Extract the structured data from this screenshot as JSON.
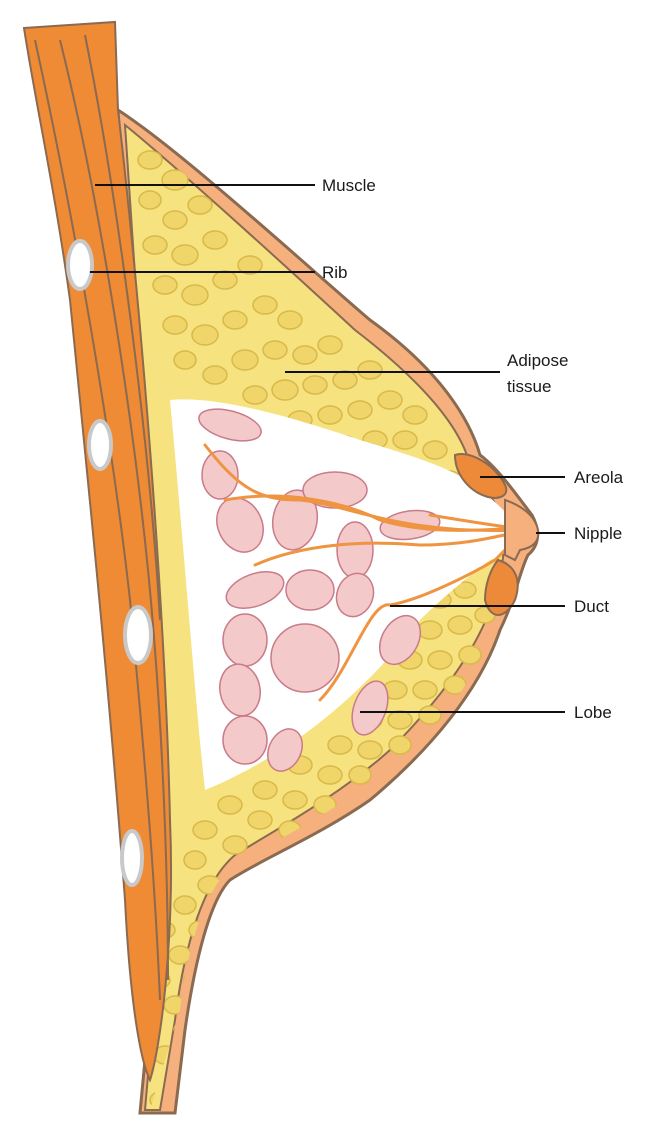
{
  "labels": {
    "muscle": "Muscle",
    "rib": "Rib",
    "adipose_line1": "Adipose",
    "adipose_line2": "tissue",
    "areola": "Areola",
    "nipple": "Nipple",
    "duct": "Duct",
    "lobe": "Lobe"
  },
  "colors": {
    "skin_outer": "#f5b07d",
    "skin_outline": "#8a6a50",
    "muscle": "#ef8a35",
    "muscle_dark": "#d9782c",
    "fat_cell": "#efd56a",
    "fat_cell_shade": "#d8b94a",
    "lobule_fill": "#f3c9c9",
    "lobule_edge": "#c97b8a",
    "duct": "#ef9440",
    "areola": "#ec8a3a",
    "rib": "#c9c9c9",
    "leader_line": "#111111"
  }
}
